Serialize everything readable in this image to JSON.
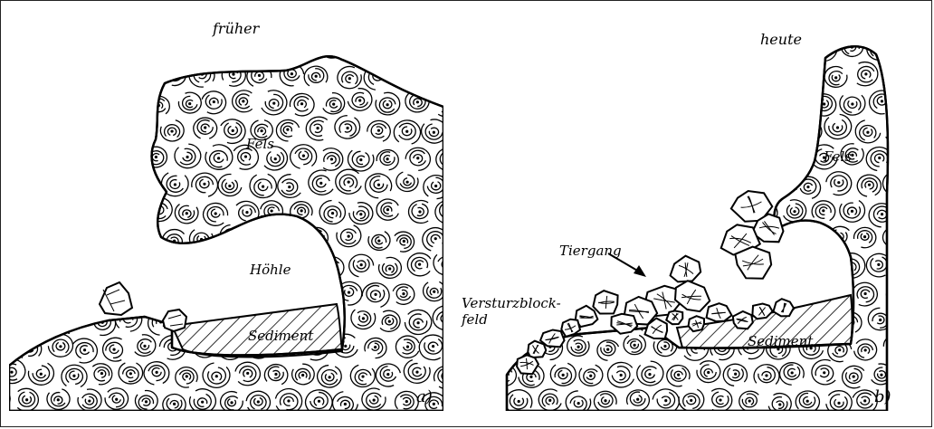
{
  "panels": [
    {
      "title": "früher",
      "letter": "a)",
      "labels": {
        "rock": "Fels",
        "cave": "Höhle",
        "sediment": "Sediment"
      }
    },
    {
      "title": "heute",
      "letter": "b)",
      "labels": {
        "rock": "Fels",
        "sediment": "Sediment",
        "burrow": "Tiergang",
        "boulder_field_1": "Versturzblock-",
        "boulder_field_2": "feld"
      }
    }
  ],
  "colors": {
    "ink": "#000000",
    "paper": "#ffffff",
    "frame": "#222222"
  }
}
